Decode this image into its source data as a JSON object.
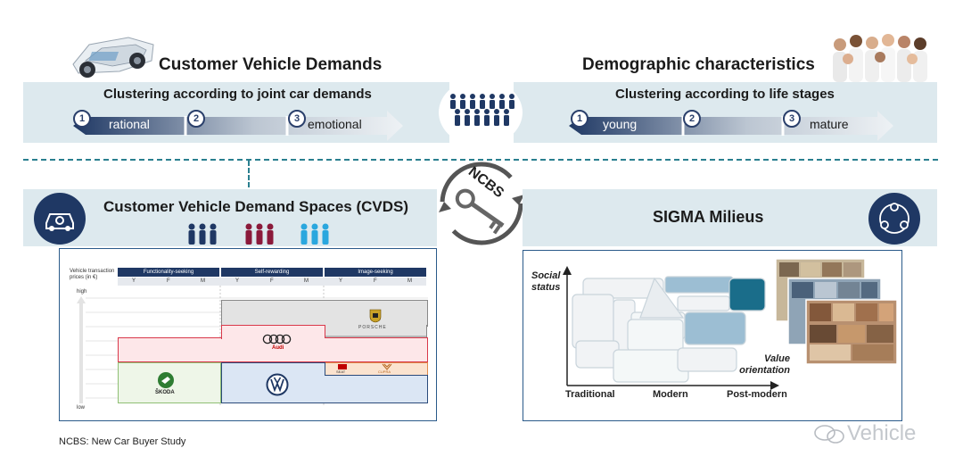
{
  "left_header": {
    "title": "Customer Vehicle Demands",
    "subtitle": "Clustering according to joint car demands",
    "steps": [
      "1",
      "2",
      "3"
    ],
    "label_start": "rational",
    "label_end": "emotional"
  },
  "right_header": {
    "title": "Demographic characteristics",
    "subtitle": "Clustering according to life stages",
    "steps": [
      "1",
      "2",
      "3"
    ],
    "label_start": "young",
    "label_end": "mature"
  },
  "center_key": {
    "label": "NCBS"
  },
  "cvds": {
    "title": "Customer Vehicle Demand Spaces (CVDS)",
    "person_colors": [
      "#1f3864",
      "#8b1a3a",
      "#2aa7de"
    ],
    "chart": {
      "y_axis_label": "Vehicle transaction prices (in €)",
      "y_high": "high",
      "y_low": "low",
      "groups": [
        "Functionality-seeking",
        "Self-rewarding",
        "Image-seeking"
      ],
      "sub_labels": [
        "Y",
        "F",
        "M",
        "Y",
        "F",
        "M",
        "Y",
        "F",
        "M"
      ],
      "brands": [
        {
          "name": "PORSCHE",
          "color": "#444444"
        },
        {
          "name": "Audi",
          "color": "#c00000"
        },
        {
          "name": "ŠKODA",
          "color": "#2e7d32"
        },
        {
          "name": "SEAT",
          "color": "#c00000"
        },
        {
          "name": "CUPRA",
          "color": "#b5651d"
        },
        {
          "name": "VW",
          "color": "#1f3864"
        }
      ]
    }
  },
  "sigma": {
    "title": "SIGMA Milieus",
    "y_label": "Social status",
    "x_label": "Value orientation",
    "x_ticks": [
      "Traditional",
      "Modern",
      "Post-modern"
    ]
  },
  "footnote": "NCBS: New Car Buyer Study",
  "watermark": "Vehicle",
  "colors": {
    "band": "#dde9ee",
    "navy": "#1f3864",
    "dashed": "#2a7f8f"
  }
}
